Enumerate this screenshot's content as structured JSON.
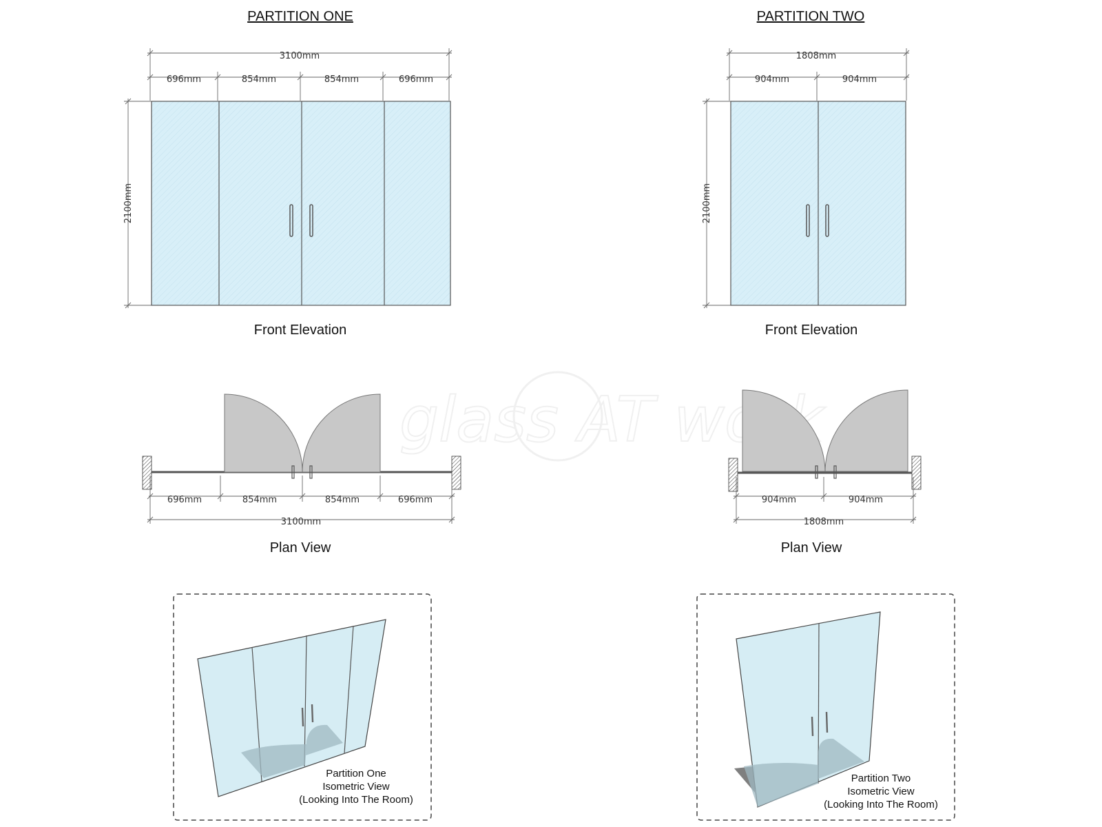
{
  "watermark": "glass AT work",
  "partition_one": {
    "title": "PARTITION ONE",
    "front_elevation": {
      "caption": "Front Elevation",
      "overall_width": "3100mm",
      "panel_widths": [
        "696mm",
        "854mm",
        "854mm",
        "696mm"
      ],
      "height": "2100mm"
    },
    "plan_view": {
      "caption": "Plan View",
      "panel_widths": [
        "696mm",
        "854mm",
        "854mm",
        "696mm"
      ],
      "overall_width": "3100mm"
    },
    "isometric": {
      "line1": "Partition One",
      "line2": "Isometric View",
      "line3": "(Looking Into The Room)"
    }
  },
  "partition_two": {
    "title": "PARTITION TWO",
    "front_elevation": {
      "caption": "Front Elevation",
      "overall_width": "1808mm",
      "panel_widths": [
        "904mm",
        "904mm"
      ],
      "height": "2100mm"
    },
    "plan_view": {
      "caption": "Plan View",
      "panel_widths": [
        "904mm",
        "904mm"
      ],
      "overall_width": "1808mm"
    },
    "isometric": {
      "line1": "Partition Two",
      "line2": "Isometric View",
      "line3": "(Looking Into The Room)"
    }
  },
  "colors": {
    "glass": "#d7eef7",
    "door_swing": "#c8c8c8",
    "frame": "#555555"
  }
}
